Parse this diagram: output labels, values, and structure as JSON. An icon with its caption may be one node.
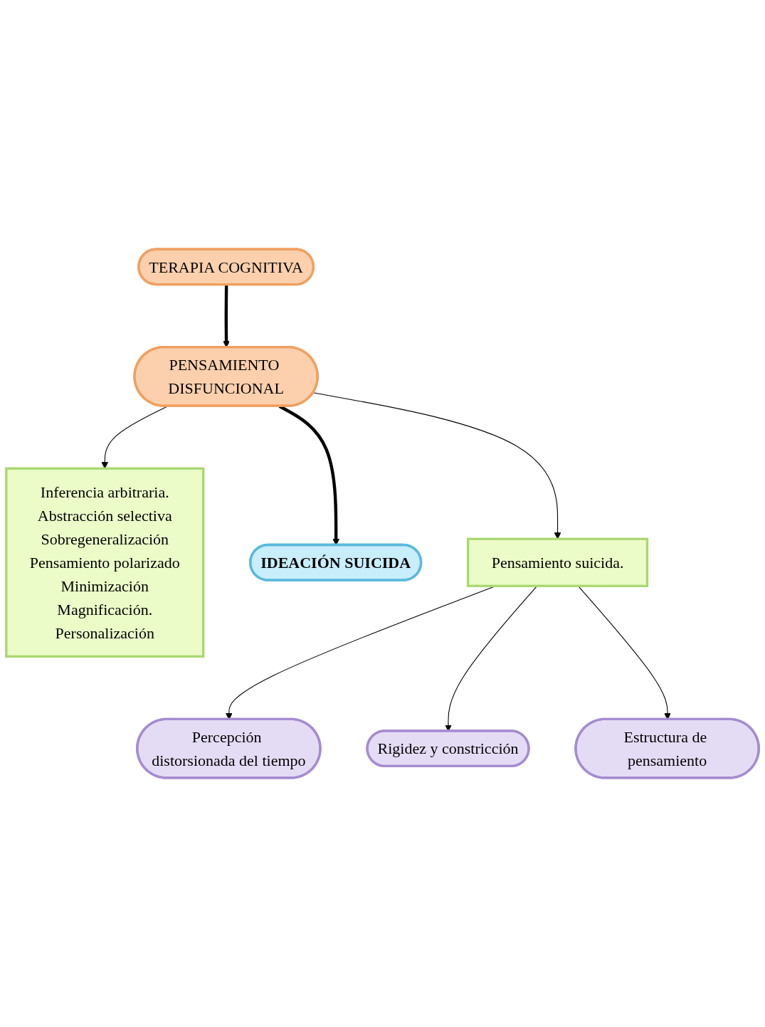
{
  "diagram": {
    "nodes": [
      {
        "text": [
          "IDEACIÓN SUICIDA"
        ]
      },
      {
        "text": [
          "PENSAMIENTO DISFUNCIONAL"
        ]
      },
      {
        "text": [
          "Inferencia arbitraria.",
          "Abstracción selectiva",
          "Sobregeneralización",
          "Pensamiento polarizado",
          "Minimización",
          "Magnificación.",
          "Personalización"
        ]
      },
      {
        "text": [
          "Pensamiento suicida."
        ]
      },
      {
        "text": [
          "Rigidez y constricción"
        ]
      },
      {
        "text": [
          "Percepción distorsionada del tiempo"
        ]
      },
      {
        "text": [
          "Estructura de pensamiento"
        ]
      },
      {
        "text": [
          "TERAPIA COGNITIVA"
        ]
      }
    ],
    "edges": [
      {
        "from": 1,
        "to": 0,
        "arrow": "to",
        "style": "thick"
      },
      {
        "from": 1,
        "to": 2,
        "arrow": "to"
      },
      {
        "from": 1,
        "to": 3,
        "arrow": "to"
      },
      {
        "from": 3,
        "to": 5,
        "arrow": "to"
      },
      {
        "from": 3,
        "to": 4,
        "arrow": "to"
      },
      {
        "from": 3,
        "to": 6,
        "arrow": "to"
      },
      {
        "from": 7,
        "to": 1,
        "arrow": "to",
        "style": "thick"
      }
    ]
  }
}
